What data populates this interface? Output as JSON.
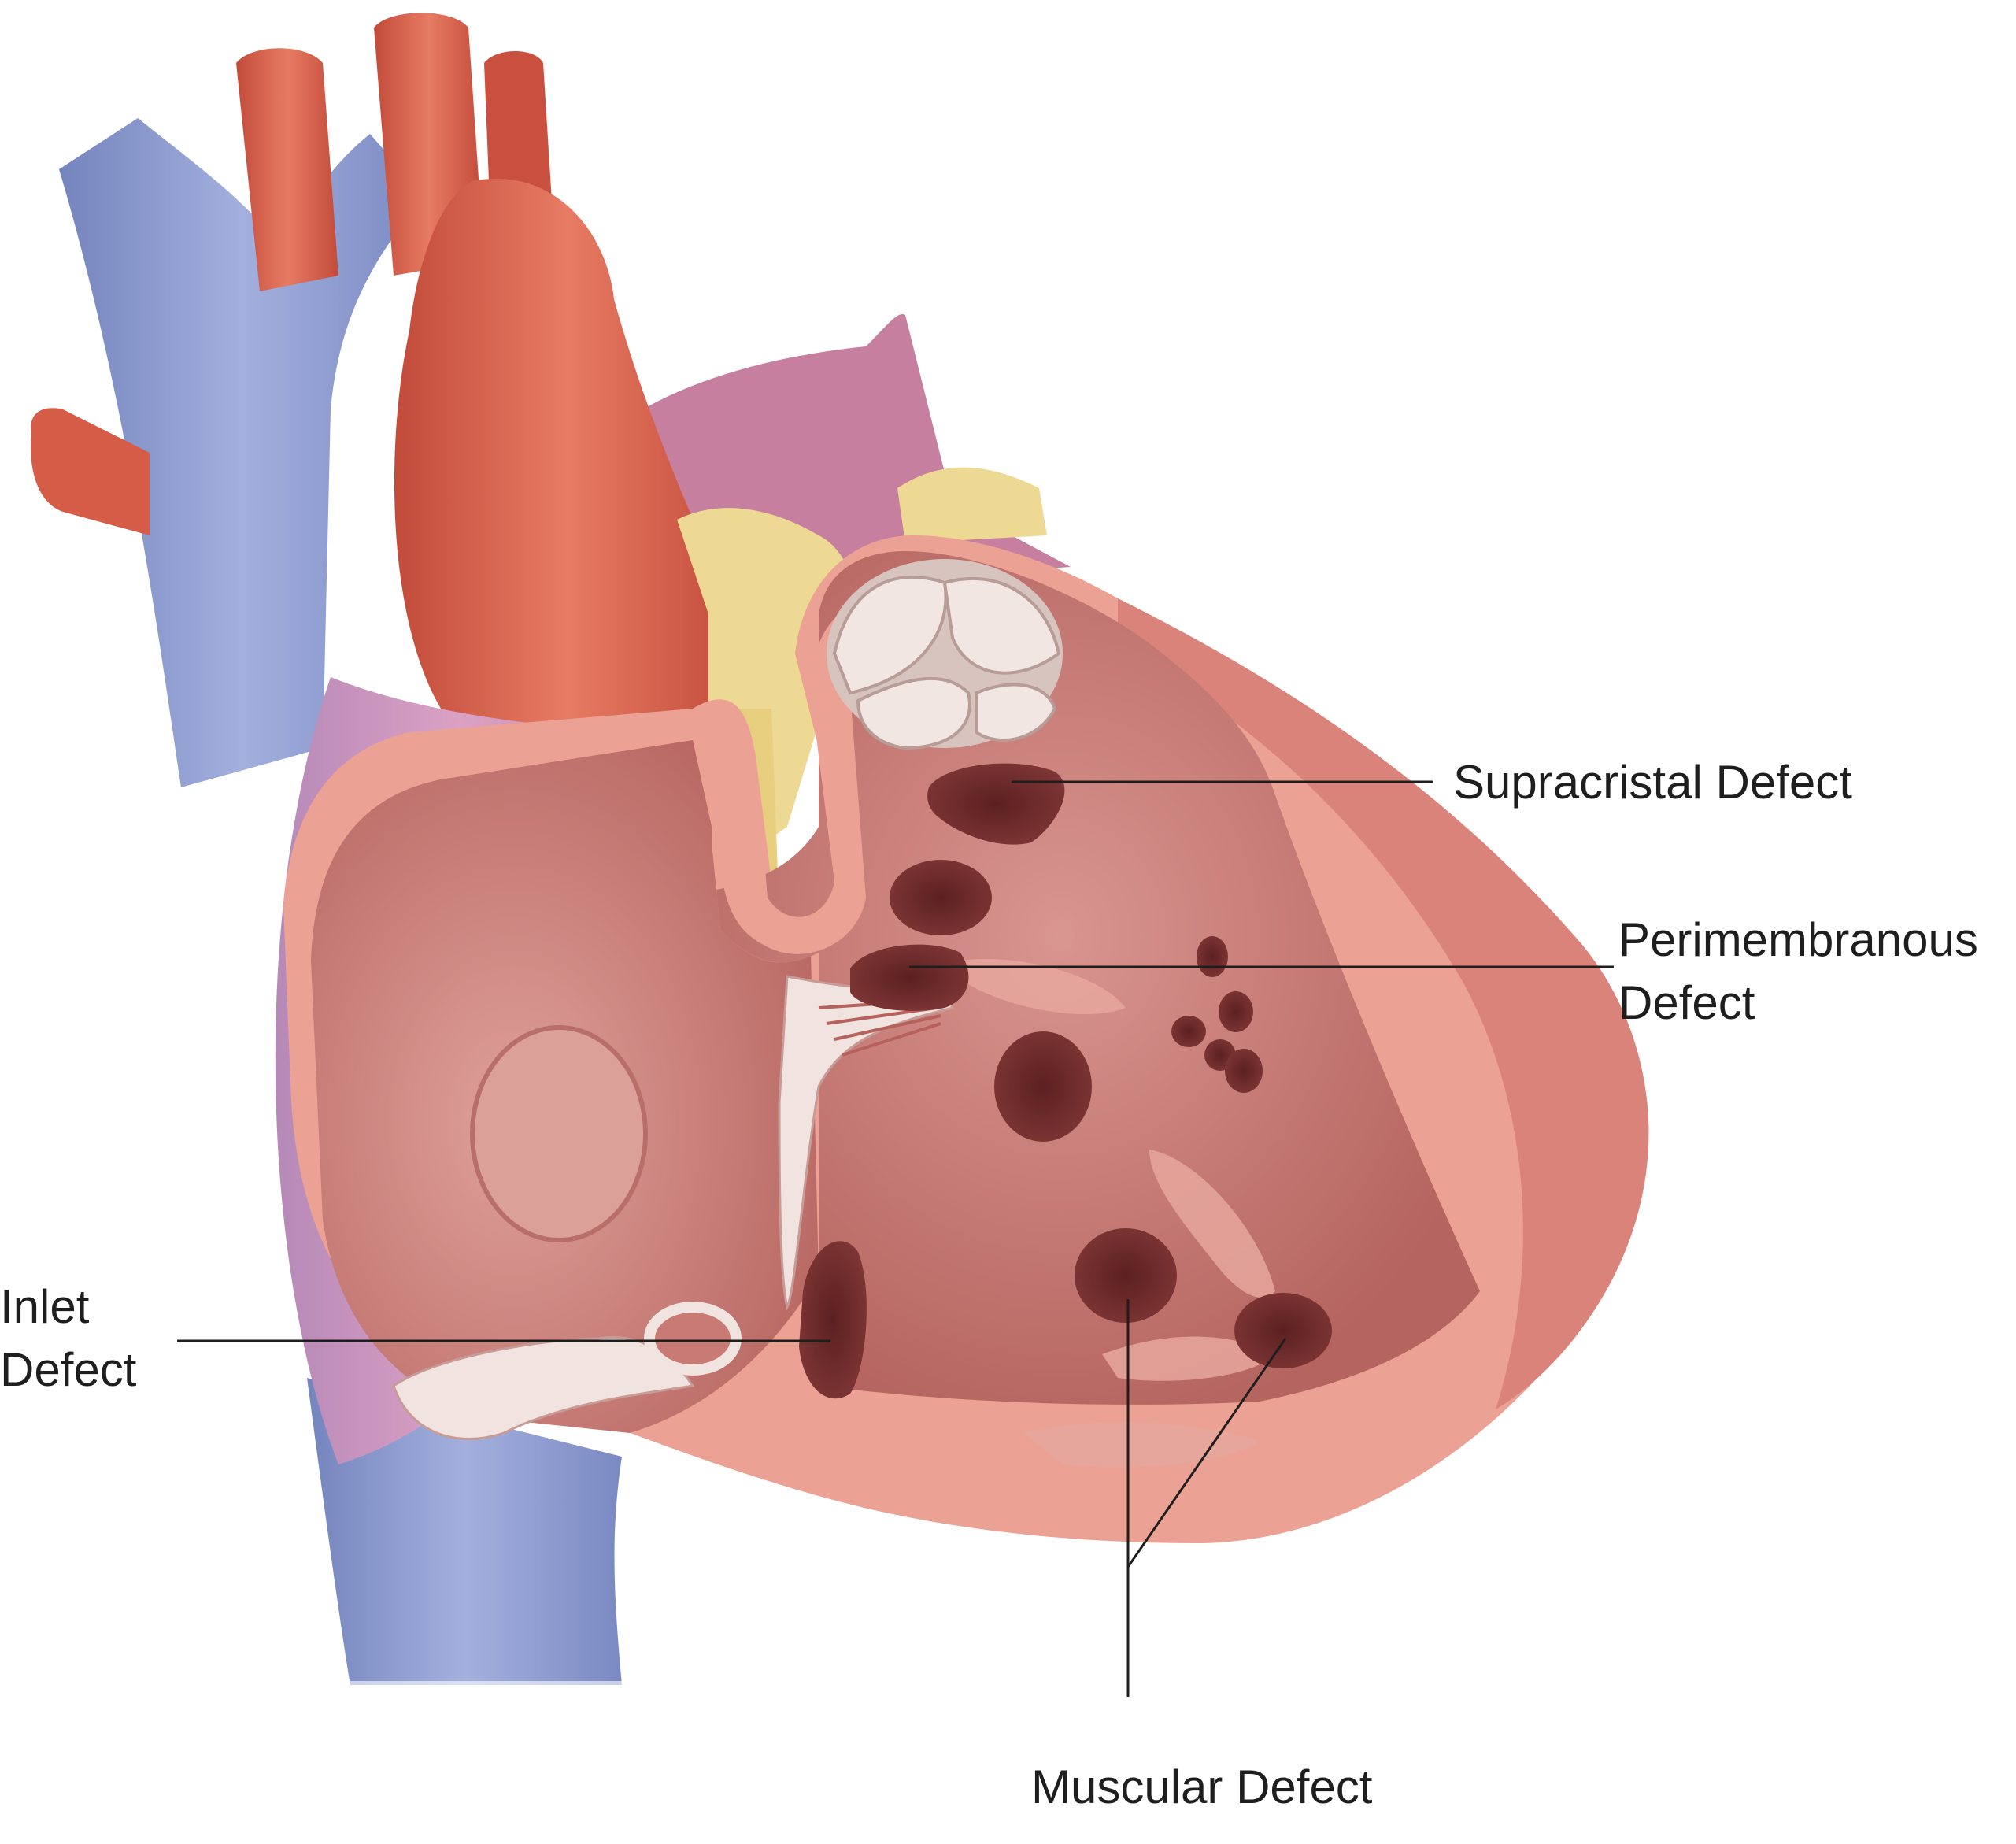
{
  "diagram": {
    "labels": {
      "supracristal": "Supracristal Defect",
      "perimembranous": [
        "Perimembranous",
        "Defect"
      ],
      "inlet": [
        "Inlet",
        "Defect"
      ],
      "muscular": "Muscular Defect"
    },
    "colors": {
      "background": "#ffffff",
      "vein_blue": "#8f9ed0",
      "artery_red": "#d8644f",
      "pulmonary_pink": "#c88aa6",
      "myocardium": "#e89a8c",
      "chamber_interior": "#c97a74",
      "defect_hole": "#6e2c2c",
      "fat_yellow": "#ecd98f",
      "valve_white": "#eee0dc",
      "leader_line": "#1e1e1e"
    }
  }
}
